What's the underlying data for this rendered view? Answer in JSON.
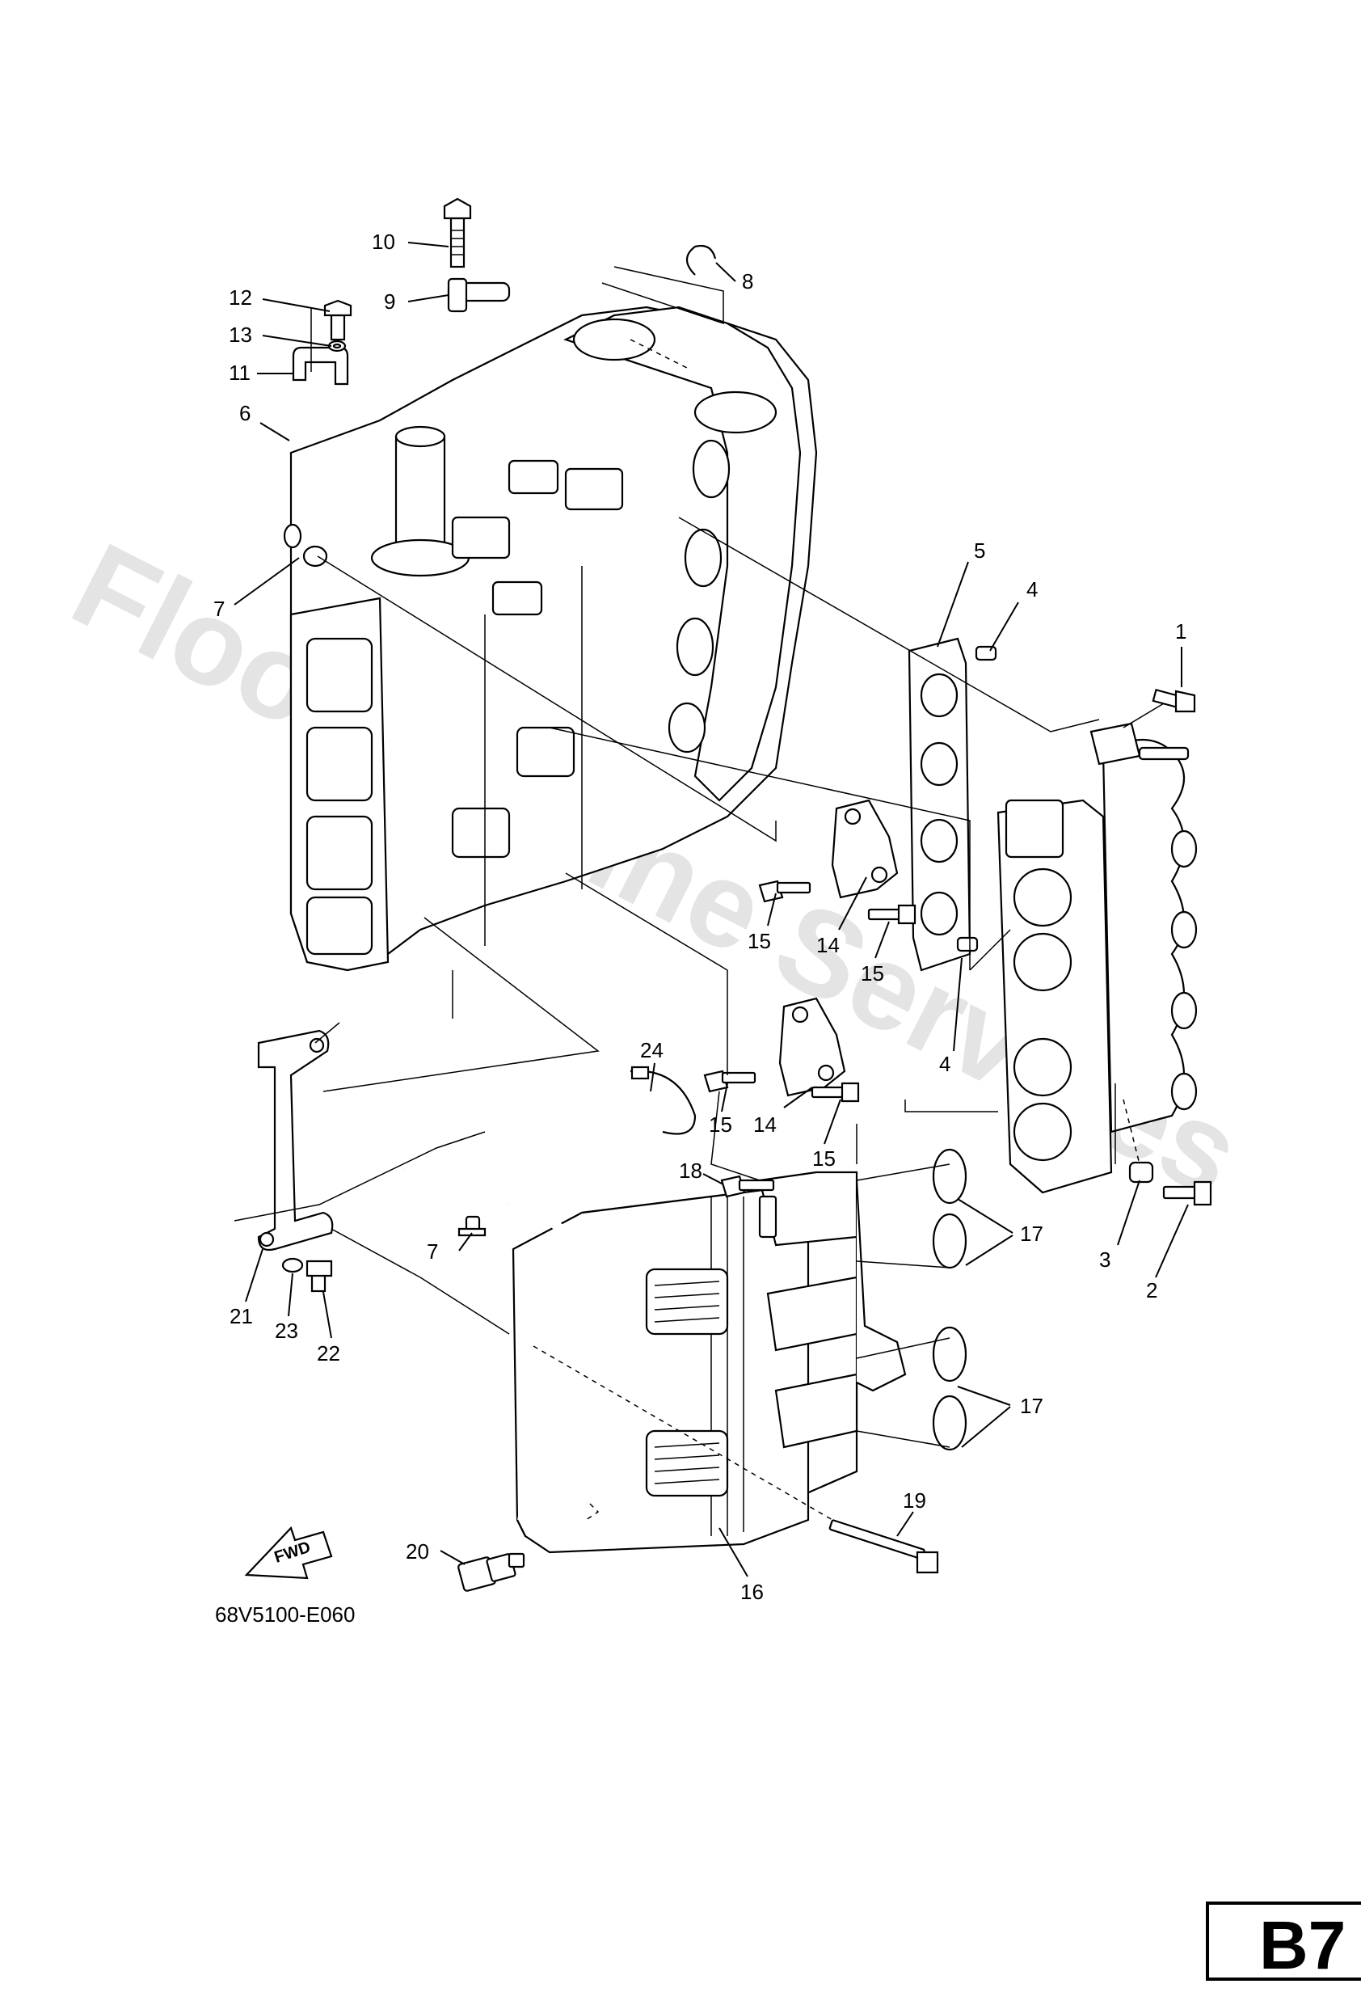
{
  "watermark": "Flood Marine Services",
  "figure_code": "68V5100-E060",
  "page_label": "B7",
  "fwd_label": "FWD",
  "callouts": {
    "c1": "1",
    "c2": "2",
    "c3": "3",
    "c4a": "4",
    "c4b": "4",
    "c5": "5",
    "c6": "6",
    "c7a": "7",
    "c7b": "7",
    "c8": "8",
    "c9": "9",
    "c10": "10",
    "c11": "11",
    "c12": "12",
    "c13": "13",
    "c14a": "14",
    "c14b": "14",
    "c15a": "15",
    "c15b": "15",
    "c15c": "15",
    "c15d": "15",
    "c16": "16",
    "c17a": "17",
    "c17b": "17",
    "c18": "18",
    "c19": "19",
    "c20": "20",
    "c21": "21",
    "c22": "22",
    "c23": "23",
    "c24": "24"
  }
}
